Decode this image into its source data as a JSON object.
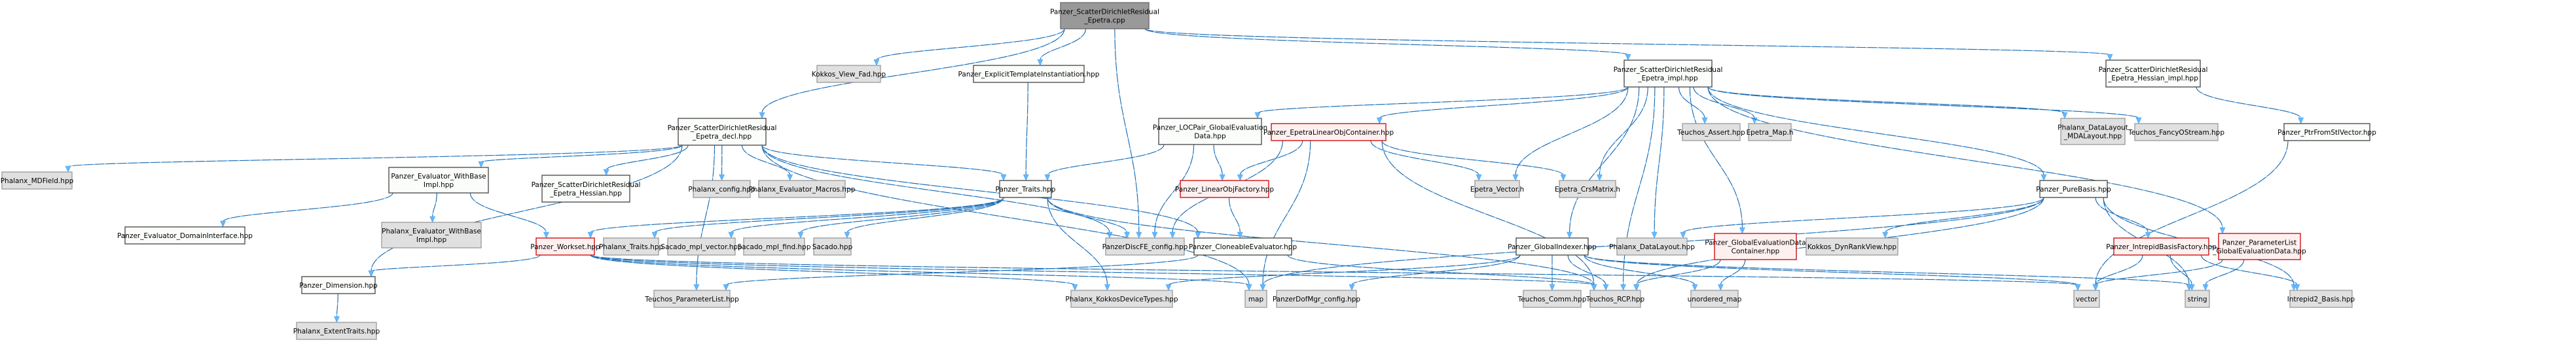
{
  "title": "Panzer_ScatterDirichletResidual_Epetra.cpp include dependency graph",
  "colors": {
    "edge": "#63b8ff",
    "root_fill": "#999999",
    "local_fill": "#fbfdfa",
    "external_fill": "#e0e0e0",
    "truncated_border": "#cc0000",
    "truncated_fill": "#fff0f0"
  },
  "nodes": {
    "root": {
      "lines": [
        "Panzer_ScatterDirichletResidual",
        "_Epetra.cpp"
      ],
      "kind": "root"
    },
    "kokkos_view_fad": {
      "lines": [
        "Kokkos_View_Fad.hpp"
      ],
      "kind": "ext"
    },
    "explicit_ti": {
      "lines": [
        "Panzer_ExplicitTemplateInstantiation.hpp"
      ],
      "kind": "local"
    },
    "sdr_impl": {
      "lines": [
        "Panzer_ScatterDirichletResidual",
        "_Epetra_impl.hpp"
      ],
      "kind": "local"
    },
    "sdr_hessian_impl": {
      "lines": [
        "Panzer_ScatterDirichletResidual",
        "_Epetra_Hessian_impl.hpp"
      ],
      "kind": "local"
    },
    "sdr_decl": {
      "lines": [
        "Panzer_ScatterDirichletResidual",
        "_Epetra_decl.hpp"
      ],
      "kind": "local"
    },
    "phalanx_mdfield": {
      "lines": [
        "Phalanx_MDField.hpp"
      ],
      "kind": "ext"
    },
    "eval_withbase": {
      "lines": [
        "Panzer_Evaluator_WithBase",
        "Impl.hpp"
      ],
      "kind": "local"
    },
    "sdr_hessian": {
      "lines": [
        "Panzer_ScatterDirichletResidual",
        "_Epetra_Hessian.hpp"
      ],
      "kind": "local"
    },
    "phalanx_config": {
      "lines": [
        "Phalanx_config.hpp"
      ],
      "kind": "ext"
    },
    "phalanx_eval_macros": {
      "lines": [
        "Phalanx_Evaluator_Macros.hpp"
      ],
      "kind": "ext"
    },
    "panzer_traits": {
      "lines": [
        "Panzer_Traits.hpp"
      ],
      "kind": "local"
    },
    "locpair": {
      "lines": [
        "Panzer_LOCPair_GlobalEvaluation",
        "Data.hpp"
      ],
      "kind": "local"
    },
    "epetra_loc": {
      "lines": [
        "Panzer_EpetraLinearObjContainer.hpp"
      ],
      "kind": "trunc"
    },
    "teuchos_assert": {
      "lines": [
        "Teuchos_Assert.hpp"
      ],
      "kind": "ext"
    },
    "epetra_map": {
      "lines": [
        "Epetra_Map.h"
      ],
      "kind": "ext"
    },
    "phalanx_mdalayout": {
      "lines": [
        "Phalanx_DataLayout",
        "_MDALayout.hpp"
      ],
      "kind": "ext"
    },
    "teuchos_fancy": {
      "lines": [
        "Teuchos_FancyOStream.hpp"
      ],
      "kind": "ext"
    },
    "ptr_from_stl": {
      "lines": [
        "Panzer_PtrFromStlVector.hpp"
      ],
      "kind": "local"
    },
    "eval_domain": {
      "lines": [
        "Panzer_Evaluator_DomainInterface.hpp"
      ],
      "kind": "local"
    },
    "phalanx_eval_withbase": {
      "lines": [
        "Phalanx_Evaluator_WithBase",
        "Impl.hpp"
      ],
      "kind": "ext"
    },
    "workset": {
      "lines": [
        "Panzer_Workset.hpp"
      ],
      "kind": "trunc"
    },
    "phalanx_traits": {
      "lines": [
        "Phalanx_Traits.hpp"
      ],
      "kind": "ext"
    },
    "sacado_mpl_vector": {
      "lines": [
        "Sacado_mpl_vector.hpp"
      ],
      "kind": "ext"
    },
    "sacado_mpl_find": {
      "lines": [
        "Sacado_mpl_find.hpp"
      ],
      "kind": "ext"
    },
    "sacado": {
      "lines": [
        "Sacado.hpp"
      ],
      "kind": "ext"
    },
    "linear_obj_factory": {
      "lines": [
        "Panzer_LinearObjFactory.hpp"
      ],
      "kind": "trunc"
    },
    "epetra_vector": {
      "lines": [
        "Epetra_Vector.h"
      ],
      "kind": "ext"
    },
    "epetra_crsmatrix": {
      "lines": [
        "Epetra_CrsMatrix.h"
      ],
      "kind": "ext"
    },
    "pure_basis": {
      "lines": [
        "Panzer_PureBasis.hpp"
      ],
      "kind": "local"
    },
    "discfe_config": {
      "lines": [
        "PanzerDiscFE_config.hpp"
      ],
      "kind": "ext"
    },
    "cloneable_eval": {
      "lines": [
        "Panzer_CloneableEvaluator.hpp"
      ],
      "kind": "local"
    },
    "global_indexer": {
      "lines": [
        "Panzer_GlobalIndexer.hpp"
      ],
      "kind": "local"
    },
    "phalanx_datalayout": {
      "lines": [
        "Phalanx_DataLayout.hpp"
      ],
      "kind": "ext"
    },
    "global_eval_data_container": {
      "lines": [
        "Panzer_GlobalEvaluationData",
        "Container.hpp"
      ],
      "kind": "trunc"
    },
    "kokkos_dynrankview": {
      "lines": [
        "Kokkos_DynRankView.hpp"
      ],
      "kind": "ext"
    },
    "intrepid_basis_factory": {
      "lines": [
        "Panzer_IntrepidBasisFactory.hpp"
      ],
      "kind": "trunc"
    },
    "param_list_ged": {
      "lines": [
        "Panzer_ParameterList",
        "_GlobalEvaluationData.hpp"
      ],
      "kind": "trunc"
    },
    "panzer_dimension": {
      "lines": [
        "Panzer_Dimension.hpp"
      ],
      "kind": "local"
    },
    "teuchos_paramlist": {
      "lines": [
        "Teuchos_ParameterList.hpp"
      ],
      "kind": "ext"
    },
    "phalanx_kokkos_dt": {
      "lines": [
        "Phalanx_KokkosDeviceTypes.hpp"
      ],
      "kind": "ext"
    },
    "map": {
      "lines": [
        "map"
      ],
      "kind": "ext"
    },
    "dofmgr_config": {
      "lines": [
        "PanzerDofMgr_config.hpp"
      ],
      "kind": "ext"
    },
    "teuchos_comm": {
      "lines": [
        "Teuchos_Comm.hpp"
      ],
      "kind": "ext"
    },
    "teuchos_rcp": {
      "lines": [
        "Teuchos_RCP.hpp"
      ],
      "kind": "ext"
    },
    "unordered_map": {
      "lines": [
        "unordered_map"
      ],
      "kind": "ext"
    },
    "vector": {
      "lines": [
        "vector"
      ],
      "kind": "ext"
    },
    "string": {
      "lines": [
        "string"
      ],
      "kind": "ext"
    },
    "intrepid2_basis": {
      "lines": [
        "Intrepid2_Basis.hpp"
      ],
      "kind": "ext"
    },
    "phalanx_extent_traits": {
      "lines": [
        "Phalanx_ExtentTraits.hpp"
      ],
      "kind": "ext"
    }
  },
  "edges": [
    [
      "root",
      "kokkos_view_fad"
    ],
    [
      "root",
      "explicit_ti"
    ],
    [
      "root",
      "sdr_decl"
    ],
    [
      "root",
      "sdr_impl"
    ],
    [
      "root",
      "sdr_hessian_impl"
    ],
    [
      "root",
      "discfe_config"
    ],
    [
      "explicit_ti",
      "panzer_traits"
    ],
    [
      "sdr_decl",
      "phalanx_mdfield"
    ],
    [
      "sdr_decl",
      "eval_withbase"
    ],
    [
      "sdr_decl",
      "sdr_hessian"
    ],
    [
      "sdr_decl",
      "phalanx_config"
    ],
    [
      "sdr_decl",
      "phalanx_eval_macros"
    ],
    [
      "sdr_decl",
      "panzer_traits"
    ],
    [
      "sdr_decl",
      "panzer_dimension"
    ],
    [
      "sdr_decl",
      "teuchos_paramlist"
    ],
    [
      "sdr_decl",
      "discfe_config"
    ],
    [
      "sdr_decl",
      "cloneable_eval"
    ],
    [
      "sdr_decl",
      "map"
    ],
    [
      "eval_withbase",
      "eval_domain"
    ],
    [
      "eval_withbase",
      "phalanx_eval_withbase"
    ],
    [
      "eval_withbase",
      "workset"
    ],
    [
      "panzer_traits",
      "workset"
    ],
    [
      "panzer_traits",
      "phalanx_traits"
    ],
    [
      "panzer_traits",
      "sacado_mpl_vector"
    ],
    [
      "panzer_traits",
      "sacado_mpl_find"
    ],
    [
      "panzer_traits",
      "sacado"
    ],
    [
      "panzer_traits",
      "discfe_config"
    ],
    [
      "panzer_traits",
      "teuchos_rcp"
    ],
    [
      "panzer_traits",
      "phalanx_kokkos_dt"
    ],
    [
      "workset",
      "panzer_dimension"
    ],
    [
      "workset",
      "teuchos_rcp"
    ],
    [
      "workset",
      "phalanx_kokkos_dt"
    ],
    [
      "workset",
      "vector"
    ],
    [
      "workset",
      "map"
    ],
    [
      "panzer_dimension",
      "phalanx_extent_traits"
    ],
    [
      "sdr_impl",
      "locpair"
    ],
    [
      "sdr_impl",
      "epetra_loc"
    ],
    [
      "sdr_impl",
      "teuchos_assert"
    ],
    [
      "sdr_impl",
      "epetra_map"
    ],
    [
      "sdr_impl",
      "phalanx_mdalayout"
    ],
    [
      "sdr_impl",
      "teuchos_fancy"
    ],
    [
      "sdr_impl",
      "epetra_vector"
    ],
    [
      "sdr_impl",
      "epetra_crsmatrix"
    ],
    [
      "sdr_impl",
      "global_indexer"
    ],
    [
      "sdr_impl",
      "phalanx_datalayout"
    ],
    [
      "sdr_impl",
      "global_eval_data_container"
    ],
    [
      "sdr_impl",
      "pure_basis"
    ],
    [
      "sdr_impl",
      "param_list_ged"
    ],
    [
      "sdr_impl",
      "teuchos_rcp"
    ],
    [
      "sdr_hessian_impl",
      "ptr_from_stl"
    ],
    [
      "ptr_from_stl",
      "vector"
    ],
    [
      "locpair",
      "panzer_traits"
    ],
    [
      "locpair",
      "linear_obj_factory"
    ],
    [
      "locpair",
      "discfe_config"
    ],
    [
      "epetra_loc",
      "linear_obj_factory"
    ],
    [
      "epetra_loc",
      "epetra_vector"
    ],
    [
      "epetra_loc",
      "epetra_crsmatrix"
    ],
    [
      "epetra_loc",
      "discfe_config"
    ],
    [
      "epetra_loc",
      "map"
    ],
    [
      "epetra_loc",
      "teuchos_rcp"
    ],
    [
      "linear_obj_factory",
      "cloneable_eval"
    ],
    [
      "cloneable_eval",
      "teuchos_rcp"
    ],
    [
      "cloneable_eval",
      "teuchos_paramlist"
    ],
    [
      "global_indexer",
      "phalanx_kokkos_dt"
    ],
    [
      "global_indexer",
      "dofmgr_config"
    ],
    [
      "global_indexer",
      "teuchos_comm"
    ],
    [
      "global_indexer",
      "teuchos_rcp"
    ],
    [
      "global_indexer",
      "unordered_map"
    ],
    [
      "global_indexer",
      "vector"
    ],
    [
      "global_indexer",
      "string"
    ],
    [
      "global_eval_data_container",
      "teuchos_rcp"
    ],
    [
      "global_eval_data_container",
      "unordered_map"
    ],
    [
      "pure_basis",
      "phalanx_datalayout"
    ],
    [
      "pure_basis",
      "kokkos_dynrankview"
    ],
    [
      "pure_basis",
      "intrepid_basis_factory"
    ],
    [
      "pure_basis",
      "teuchos_rcp"
    ],
    [
      "pure_basis",
      "string"
    ],
    [
      "pure_basis",
      "intrepid2_basis"
    ],
    [
      "pure_basis",
      "map"
    ],
    [
      "intrepid_basis_factory",
      "string"
    ],
    [
      "intrepid_basis_factory",
      "intrepid2_basis"
    ],
    [
      "intrepid_basis_factory",
      "vector"
    ],
    [
      "param_list_ged",
      "string"
    ],
    [
      "param_list_ged",
      "vector"
    ]
  ]
}
